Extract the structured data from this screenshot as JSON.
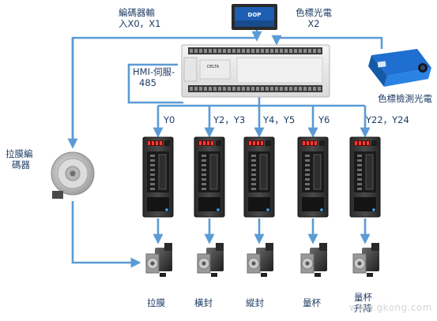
{
  "labels": {
    "encoder_input": [
      "編碼器輸",
      "入X0，X1"
    ],
    "color_mark_x2": [
      "色標光電",
      "X2"
    ],
    "hmi": [
      "HMI-伺服-",
      "485"
    ],
    "color_sensor": "色標檢測光電",
    "film_encoder": [
      "拉膜編",
      "碼器"
    ]
  },
  "hmi_screen": {
    "brand": "DOP"
  },
  "plc": {
    "brand": "DELTA"
  },
  "outputs": [
    "Y0",
    "Y2，Y3",
    "Y4，Y5",
    "Y6",
    "Y22，Y24"
  ],
  "motors": [
    {
      "label": [
        "拉膜"
      ]
    },
    {
      "label": [
        "橫封"
      ]
    },
    {
      "label": [
        "縱封"
      ]
    },
    {
      "label": [
        "量杯"
      ]
    },
    {
      "label": [
        "量杯",
        "升降"
      ]
    }
  ],
  "watermark": "www.gkong.com",
  "colors": {
    "line": "#5b9bd5",
    "text": "#1f3c63"
  }
}
